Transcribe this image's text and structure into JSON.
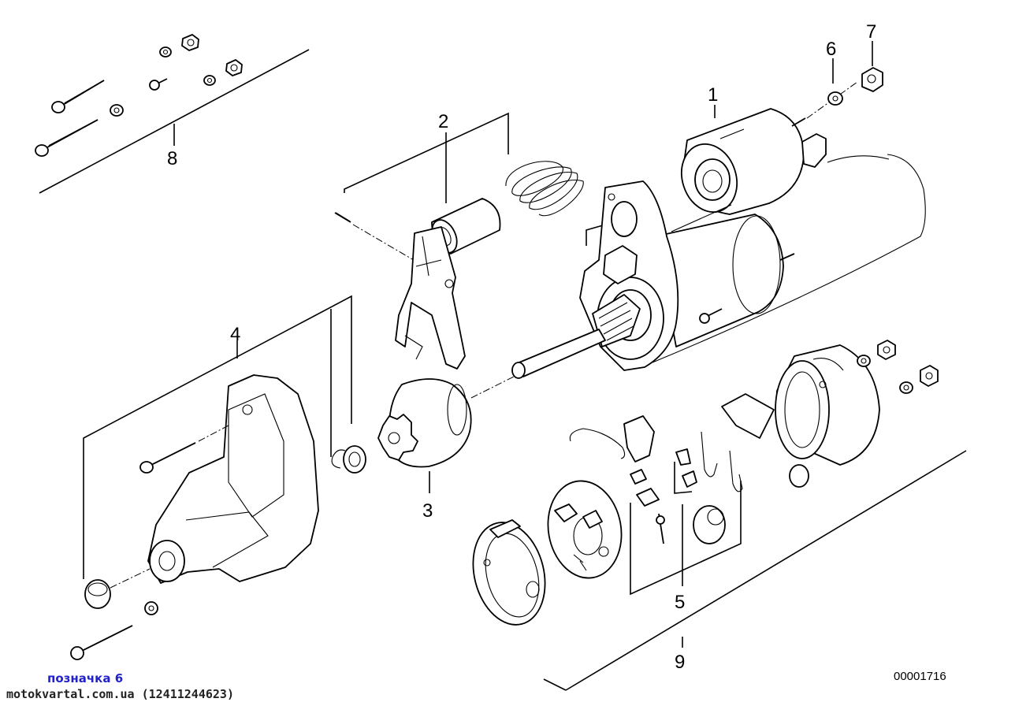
{
  "labels": {
    "p1": "1",
    "p2": "2",
    "p3": "3",
    "p4": "4",
    "p5": "5",
    "p6": "6",
    "p7": "7",
    "p8": "8",
    "p9": "9"
  },
  "diagram_code": "00001716",
  "footer": {
    "label": "позначка 6",
    "site": "motokvartal.com.ua (12411244623)"
  }
}
